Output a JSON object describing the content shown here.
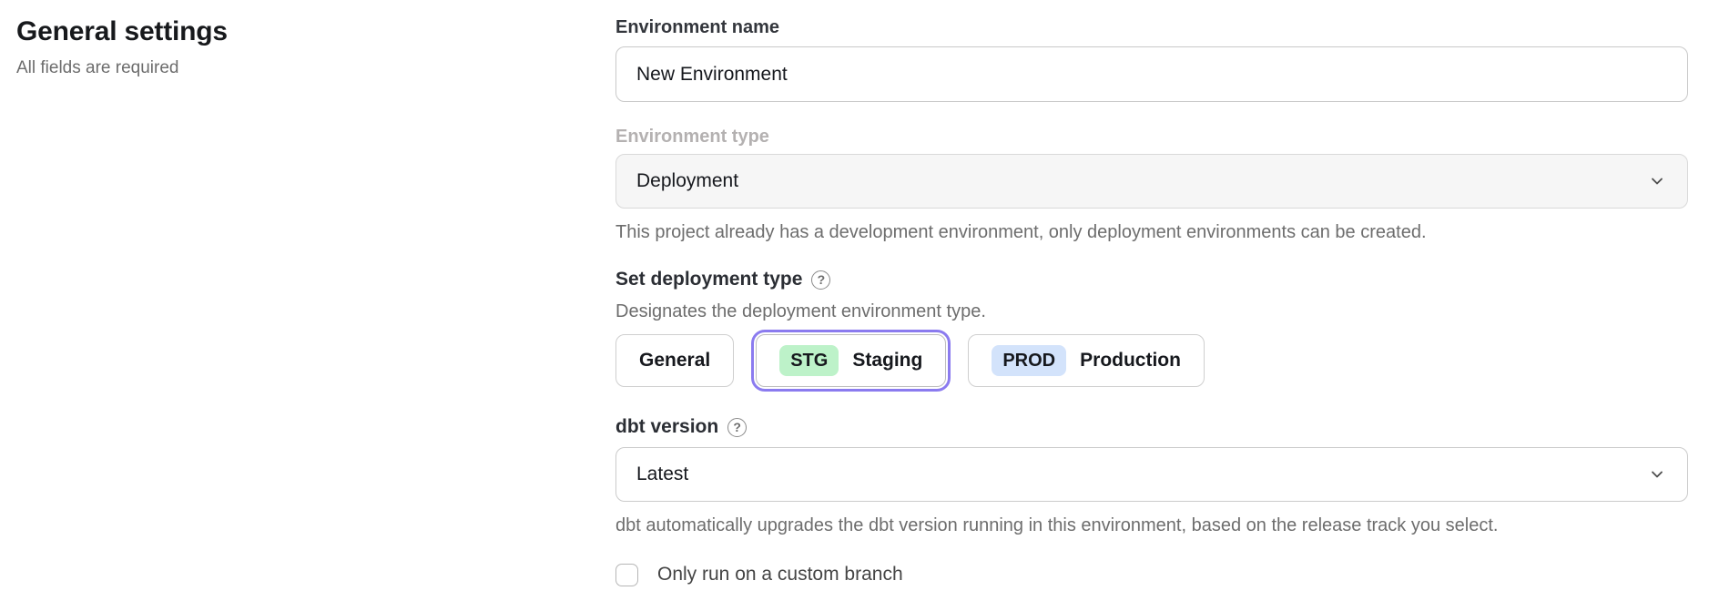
{
  "page": {
    "title": "General settings",
    "subtitle": "All fields are required"
  },
  "form": {
    "environment_name": {
      "label": "Environment name",
      "value": "New Environment"
    },
    "environment_type": {
      "label": "Environment type",
      "value": "Deployment",
      "disabled": true,
      "helper": "This project already has a development environment, only deployment environments can be created."
    },
    "deployment_type": {
      "label": "Set deployment type",
      "description": "Designates the deployment environment type.",
      "options": [
        {
          "label": "General",
          "selected": false
        },
        {
          "badge": "STG",
          "label": "Staging",
          "selected": true,
          "badge_color": "#bdf2c9"
        },
        {
          "badge": "PROD",
          "label": "Production",
          "selected": false,
          "badge_color": "#d3e3fb"
        }
      ]
    },
    "dbt_version": {
      "label": "dbt version",
      "value": "Latest",
      "helper": "dbt automatically upgrades the dbt version running in this environment, based on the release track you select."
    },
    "custom_branch": {
      "label": "Only run on a custom branch",
      "checked": false
    }
  },
  "icons": {
    "help": "?"
  },
  "colors": {
    "accent_purple": "#8b7bef",
    "staging_badge_green": "#bdf2c9",
    "production_badge_blue": "#d3e3fb",
    "disabled_field_bg": "#f6f6f6"
  }
}
